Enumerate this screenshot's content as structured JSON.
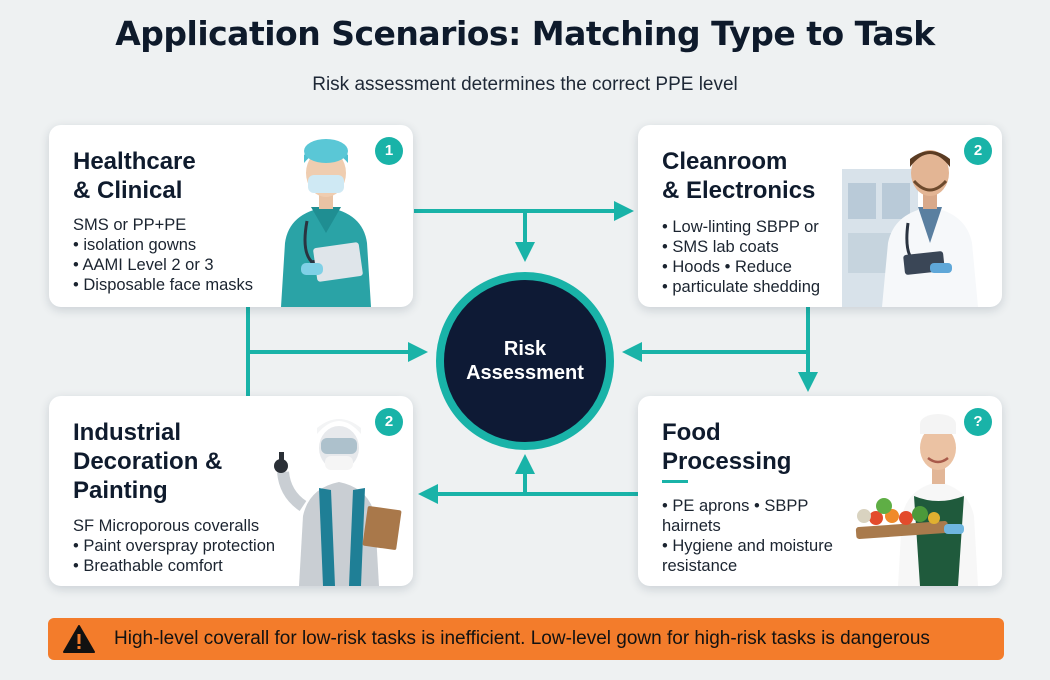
{
  "header": {
    "title": "Application Scenarios: Matching Type to Task",
    "subtitle": "Risk assessment determines the correct PPE level"
  },
  "hub": {
    "label": "Risk\nAssessment"
  },
  "cards": [
    {
      "title": "Healthcare\n& Clinical",
      "badge": "1",
      "lines": [
        "SMS or PP+PE",
        "• isolation gowns",
        "• AAMI Level 2 or 3",
        "• Disposable face masks"
      ]
    },
    {
      "title": "Cleanroom\n& Electronics",
      "badge": "2",
      "lines": [
        "• Low-linting SBPP or",
        "• SMS lab coats",
        "• Hoods • Reduce",
        "• particulate shedding"
      ]
    },
    {
      "title": "Industrial\nDecoration &\nPainting",
      "badge": "2",
      "lines": [
        "SF Microporous coveralls",
        "• Paint overspray protection",
        "• Breathable comfort"
      ]
    },
    {
      "title": "Food\nProcessing",
      "badge": "?",
      "lines": [
        "• PE aprons • SBPP",
        "hairnets",
        "• Hygiene and moisture",
        "resistance"
      ]
    }
  ],
  "warning": {
    "icon": "warning-icon",
    "text": "High-level coverall for low-risk tasks is inefficient. Low-level gown for high-risk tasks is dangerous"
  },
  "colors": {
    "accent": "#19b3a8",
    "hub_fill": "#0e1a35",
    "warning_bg": "#f37c2b",
    "background": "#eef1f2"
  }
}
